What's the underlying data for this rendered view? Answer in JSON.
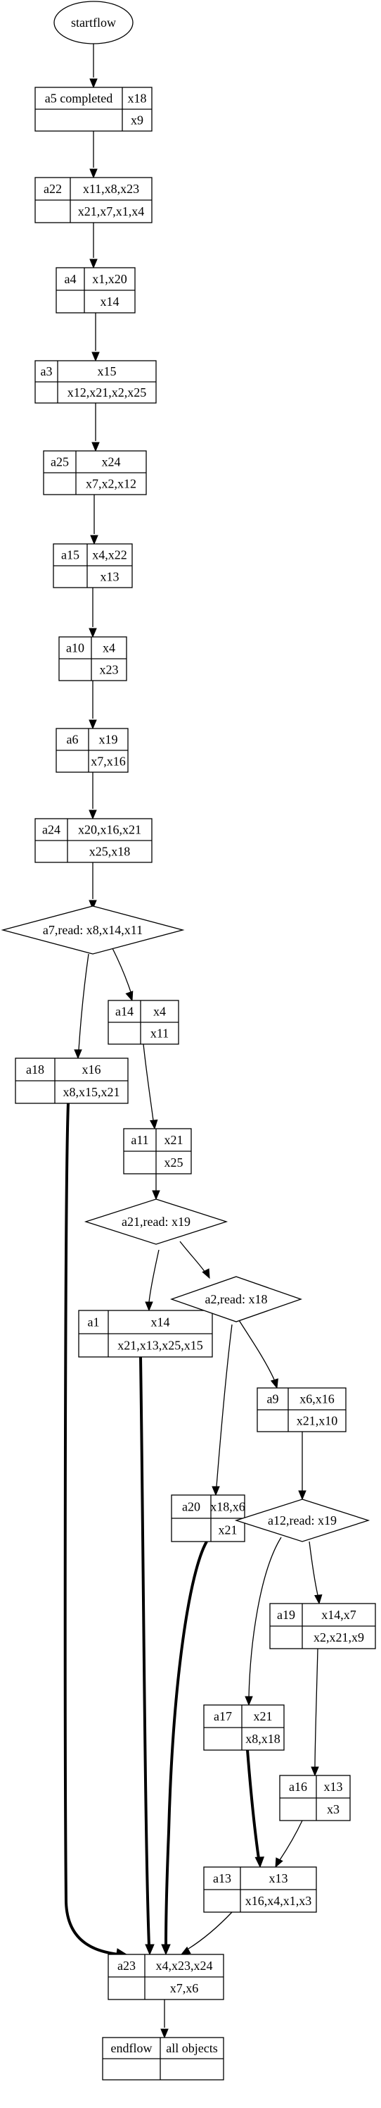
{
  "start": {
    "label": "startflow"
  },
  "boxes": [
    {
      "id": "a5",
      "name": "a5 completed",
      "top": "x18",
      "bottom": "x9"
    },
    {
      "id": "a22",
      "name": "a22",
      "top": "x11,x8,x23",
      "bottom": "x21,x7,x1,x4"
    },
    {
      "id": "a4",
      "name": "a4",
      "top": "x1,x20",
      "bottom": "x14"
    },
    {
      "id": "a3",
      "name": "a3",
      "top": "x15",
      "bottom": "x12,x21,x2,x25"
    },
    {
      "id": "a25",
      "name": "a25",
      "top": "x24",
      "bottom": "x7,x2,x12"
    },
    {
      "id": "a15",
      "name": "a15",
      "top": "x4,x22",
      "bottom": "x13"
    },
    {
      "id": "a10",
      "name": "a10",
      "top": "x4",
      "bottom": "x23"
    },
    {
      "id": "a6",
      "name": "a6",
      "top": "x19",
      "bottom": "x7,x16"
    },
    {
      "id": "a24",
      "name": "a24",
      "top": "x20,x16,x21",
      "bottom": "x25,x18"
    },
    {
      "id": "a14",
      "name": "a14",
      "top": "x4",
      "bottom": "x11"
    },
    {
      "id": "a18",
      "name": "a18",
      "top": "x16",
      "bottom": "x8,x15,x21"
    },
    {
      "id": "a11",
      "name": "a11",
      "top": "x21",
      "bottom": "x25"
    },
    {
      "id": "a1",
      "name": "a1",
      "top": "x14",
      "bottom": "x21,x13,x25,x15"
    },
    {
      "id": "a9",
      "name": "a9",
      "top": "x6,x16",
      "bottom": "x21,x10"
    },
    {
      "id": "a20",
      "name": "a20",
      "top": "x18,x6",
      "bottom": "x21"
    },
    {
      "id": "a19",
      "name": "a19",
      "top": "x14,x7",
      "bottom": "x2,x21,x9"
    },
    {
      "id": "a17",
      "name": "a17",
      "top": "x21",
      "bottom": "x8,x18"
    },
    {
      "id": "a16",
      "name": "a16",
      "top": "x13",
      "bottom": "x3"
    },
    {
      "id": "a13",
      "name": "a13",
      "top": "x13",
      "bottom": "x16,x4,x1,x3"
    },
    {
      "id": "a23",
      "name": "a23",
      "top": "x4,x23,x24",
      "bottom": "x7,x6"
    },
    {
      "id": "end",
      "name": "endflow",
      "top": "all objects",
      "bottom": ""
    }
  ],
  "decisions": [
    {
      "id": "a7",
      "label": "a7,read: x8,x14,x11"
    },
    {
      "id": "a21",
      "label": "a21,read: x19"
    },
    {
      "id": "a2",
      "label": "a2,read: x18"
    },
    {
      "id": "a12",
      "label": "a12,read: x19"
    }
  ]
}
